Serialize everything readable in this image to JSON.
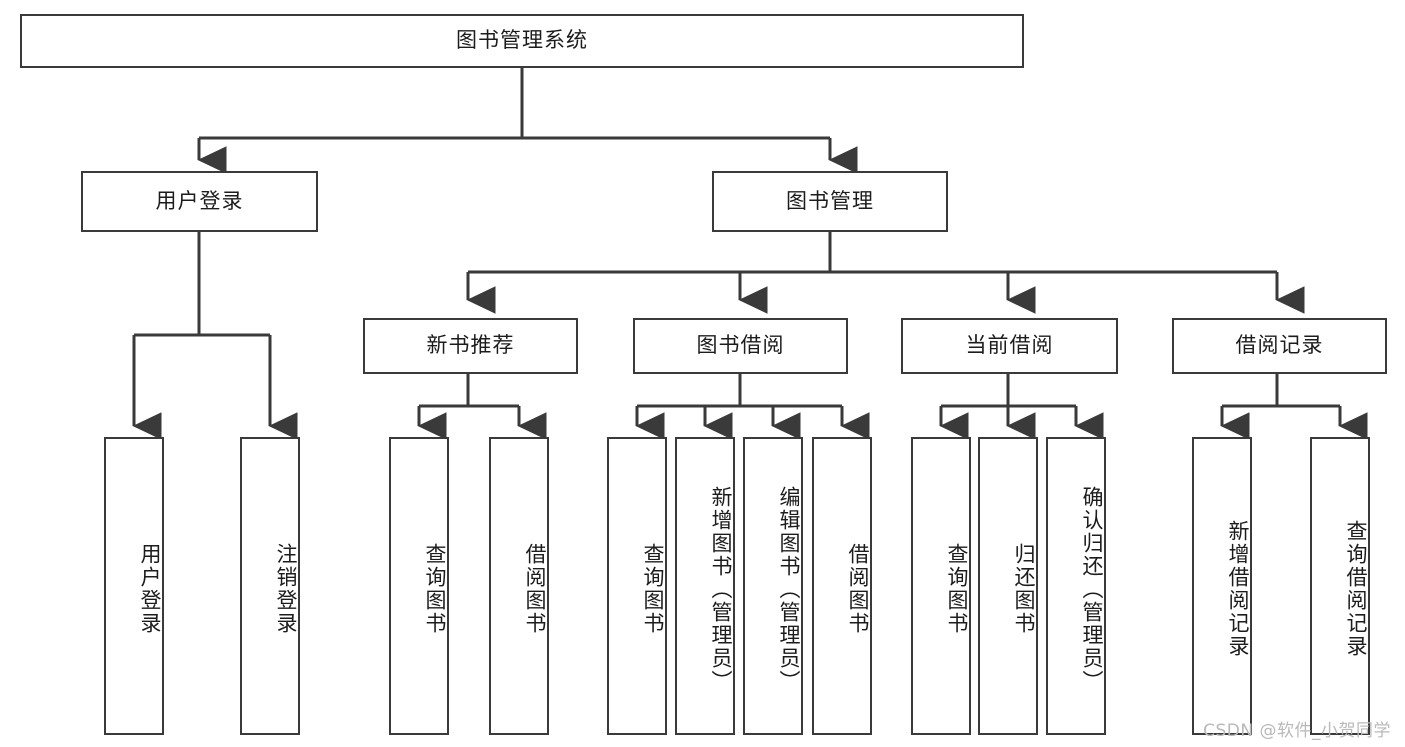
{
  "diagram": {
    "title": "图书管理系统",
    "type": "tree-hierarchy-diagram",
    "colors": {
      "background": "#ffffff",
      "box_border": "#3a3a3a",
      "box_fill": "#ffffff",
      "connector": "#3a3a3a",
      "text": "#1c1c1c",
      "watermark": "#b9b9b9"
    }
  },
  "nodes": {
    "root": {
      "label": "图书管理系统"
    },
    "level2": [
      {
        "id": "user-login",
        "label": "用户登录"
      },
      {
        "id": "book-management",
        "label": "图书管理"
      }
    ],
    "level3": [
      {
        "id": "new-book-recommend",
        "label": "新书推荐"
      },
      {
        "id": "book-borrow",
        "label": "图书借阅"
      },
      {
        "id": "current-borrow",
        "label": "当前借阅"
      },
      {
        "id": "borrow-record",
        "label": "借阅记录"
      }
    ],
    "leaves": {
      "user_login": [
        {
          "id": "leaf-user-login",
          "label": "用户登录"
        },
        {
          "id": "leaf-logout-login",
          "label": "注销登录"
        }
      ],
      "new_book_recommend": [
        {
          "id": "leaf-query-book-1",
          "label": "查询图书"
        },
        {
          "id": "leaf-borrow-book-1",
          "label": "借阅图书"
        }
      ],
      "book_borrow": [
        {
          "id": "leaf-query-book-2",
          "label": "查询图书"
        },
        {
          "id": "leaf-add-book",
          "label": "新增图书（管理员）"
        },
        {
          "id": "leaf-edit-book",
          "label": "编辑图书（管理员）"
        },
        {
          "id": "leaf-borrow-book-2",
          "label": "借阅图书"
        }
      ],
      "current_borrow": [
        {
          "id": "leaf-query-book-3",
          "label": "查询图书"
        },
        {
          "id": "leaf-return-book",
          "label": "归还图书"
        },
        {
          "id": "leaf-confirm-return",
          "label": "确认归还（管理员）"
        }
      ],
      "borrow_record": [
        {
          "id": "leaf-add-record",
          "label": "新增借阅记录"
        },
        {
          "id": "leaf-query-record",
          "label": "查询借阅记录"
        }
      ]
    }
  },
  "watermark": {
    "text": "CSDN @软件_小贺同学"
  }
}
